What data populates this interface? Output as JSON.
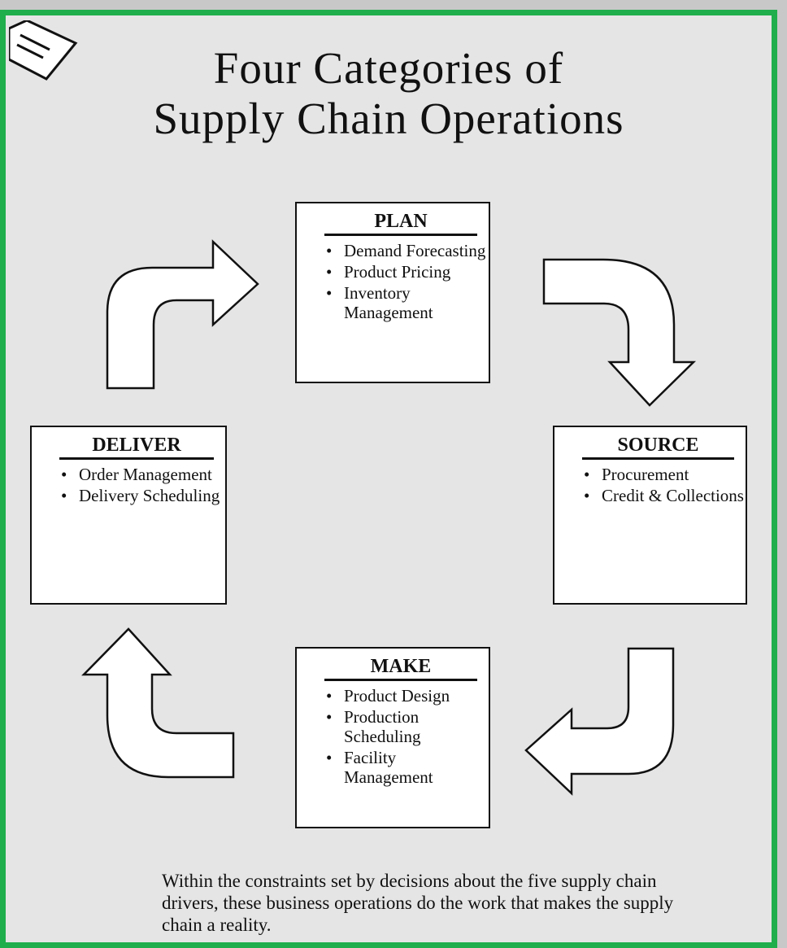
{
  "title": {
    "line1": "Four Categories of",
    "line2": "Supply Chain Operations"
  },
  "boxes": {
    "plan": {
      "title": "PLAN",
      "items": [
        "Demand Forecasting",
        "Product Pricing",
        "Inventory Management"
      ]
    },
    "source": {
      "title": "SOURCE",
      "items": [
        "Procurement",
        "Credit & Collections"
      ]
    },
    "make": {
      "title": "MAKE",
      "items": [
        "Product Design",
        "Production Scheduling",
        "Facility Management"
      ]
    },
    "deliver": {
      "title": "DELIVER",
      "items": [
        "Order Management",
        "Delivery Scheduling"
      ]
    }
  },
  "caption": "Within the constraints set by decisions about the five supply chain drivers, these business operations do the work that makes the supply chain a reality.",
  "colors": {
    "frame": "#1fae4b",
    "background": "#e5e5e5",
    "box_fill": "#ffffff",
    "ink": "#111111"
  },
  "icons": {
    "corner": "document-icon",
    "arrows": "curved-arrow-icon"
  }
}
